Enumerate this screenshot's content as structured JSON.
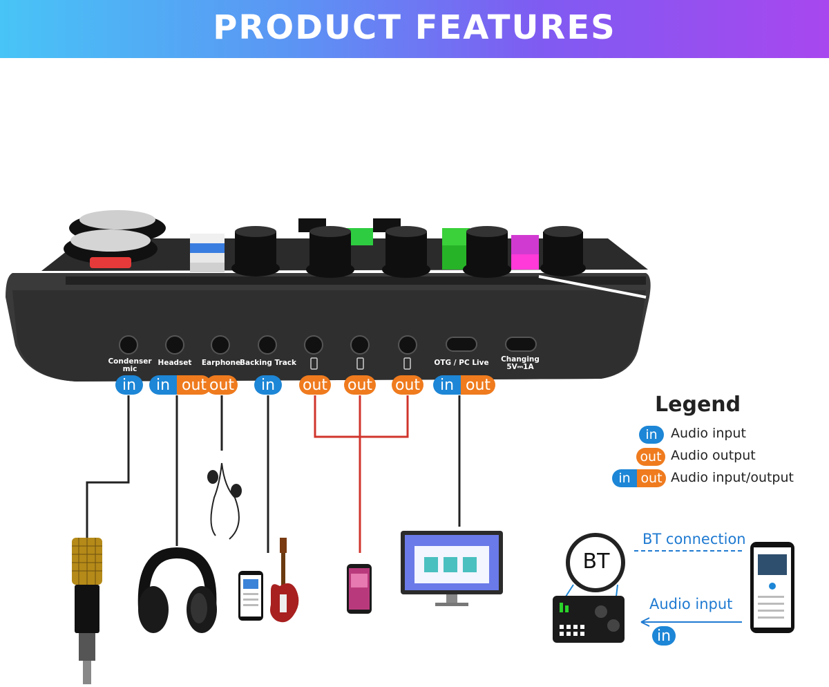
{
  "header": {
    "title": "PRODUCT FEATURES"
  },
  "ports": [
    {
      "label": "Condenser mic",
      "badge": [
        "in"
      ]
    },
    {
      "label": "Headset",
      "badge": [
        "in",
        "out"
      ]
    },
    {
      "label": "Earphone",
      "badge": [
        "out"
      ]
    },
    {
      "label": "Backing Track",
      "badge": [
        "in"
      ]
    },
    {
      "label": "",
      "badge": [
        "out"
      ]
    },
    {
      "label": "",
      "badge": [
        "out"
      ]
    },
    {
      "label": "",
      "badge": [
        "out"
      ]
    },
    {
      "label": "OTG / PC Live",
      "badge": [
        "in",
        "out"
      ]
    },
    {
      "label": "Changing 5V⎓1A",
      "badge": []
    }
  ],
  "badges": {
    "in": "in",
    "out": "out"
  },
  "legend": {
    "title": "Legend",
    "items": [
      {
        "badge": [
          "in"
        ],
        "text": "Audio input"
      },
      {
        "badge": [
          "out"
        ],
        "text": "Audio output"
      },
      {
        "badge": [
          "in",
          "out"
        ],
        "text": "Audio input/output"
      }
    ]
  },
  "bluetooth": {
    "bt_label": "BT",
    "connection_label": "BT connection",
    "input_label": "Audio input",
    "input_badge": "in"
  },
  "colors": {
    "in": "#1d86d6",
    "out": "#ef7b1e",
    "wire_red": "#d0342c",
    "bt_blue": "#1f7ad1"
  },
  "icons": [
    "condenser-microphone-icon",
    "headphones-icon",
    "earphones-icon",
    "smartphone-icon",
    "electric-guitar-icon",
    "smartphone-icon",
    "computer-monitor-icon",
    "sound-card-icon",
    "smartphone-icon"
  ]
}
